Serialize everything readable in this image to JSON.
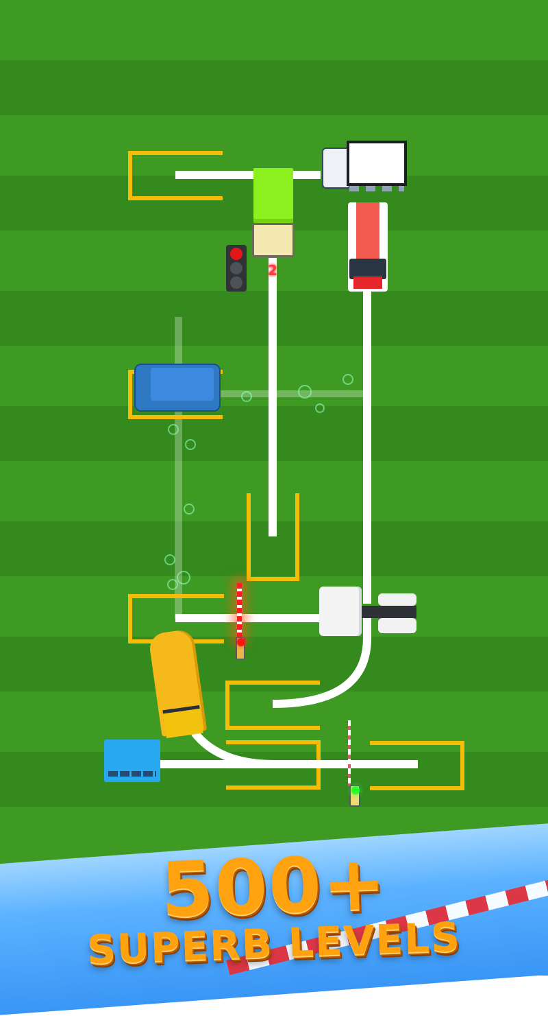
{
  "game": {
    "title": "Car parking puzzle level",
    "colors": {
      "grass_light": "#3f9a23",
      "grass_dark": "#348a1c",
      "road": "#ffffff",
      "slot": "#f5bd0a",
      "promo_text": "#ffa20f",
      "banner_blue": "#3996f5"
    },
    "traffic_light": {
      "state": "red",
      "icon": "traffic-light-icon"
    },
    "order_badge": "2",
    "barriers": [
      {
        "name": "red-barrier",
        "state": "closed",
        "light": "red"
      },
      {
        "name": "green-barrier",
        "state": "open",
        "light": "green"
      }
    ],
    "vehicles": [
      {
        "name": "white-box-truck",
        "color": "#ffffff"
      },
      {
        "name": "lime-garbage-truck",
        "color": "#8cf01e"
      },
      {
        "name": "red-fire-truck",
        "color": "#f25a4f"
      },
      {
        "name": "blue-van",
        "color": "#2f78c4"
      },
      {
        "name": "white-semi-tractor",
        "color": "#f4f4f4"
      },
      {
        "name": "yellow-school-bus",
        "color": "#f5b91c"
      },
      {
        "name": "cyan-bus",
        "color": "#28a8ee"
      }
    ]
  },
  "promo": {
    "headline": "500+",
    "subline": "SUPERB LEVELS"
  }
}
